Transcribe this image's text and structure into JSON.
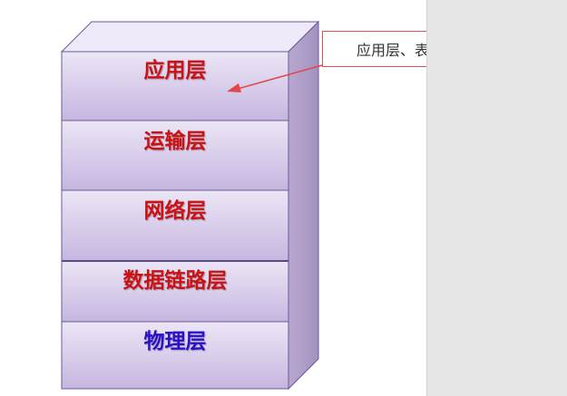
{
  "diagram": {
    "layers": [
      {
        "label": "应用层",
        "color": "#cc1111"
      },
      {
        "label": "运输层",
        "color": "#cc1111"
      },
      {
        "label": "网络层",
        "color": "#cc1111"
      },
      {
        "label": "数据链路层",
        "color": "#cc1111"
      },
      {
        "label": "物理层",
        "color": "#2a10c8"
      }
    ],
    "annotation": {
      "text": "应用层、表示层、会话层",
      "border_color": "#e05050",
      "arrow_color": "#e04848"
    },
    "colors": {
      "face_top": "#ece6f6",
      "face_bottom": "#c6b6e0",
      "side_face": "#b4a4cc",
      "top_face": "#efeafa",
      "edge": "#6a5a96",
      "side_panel": "#e6e6e6"
    }
  }
}
